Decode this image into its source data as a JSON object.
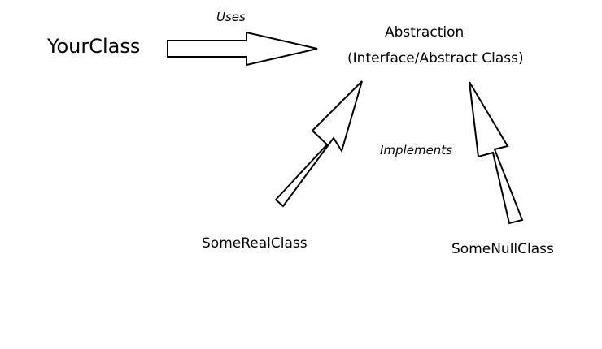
{
  "diagram": {
    "client_label": "YourClass",
    "uses_label": "Uses",
    "abstraction_label": "Abstraction",
    "abstraction_sublabel": "(Interface/Abstract Class)",
    "implements_label": "Implements",
    "real_class_label": "SomeRealClass",
    "null_class_label": "SomeNullClass"
  },
  "colors": {
    "stroke": "#000000",
    "fill": "#ffffff",
    "text": "#000000"
  }
}
